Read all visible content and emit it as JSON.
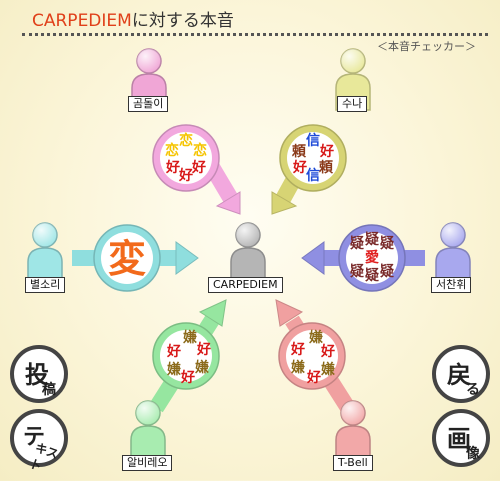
{
  "header": {
    "brand": "CARPEDIEM",
    "title_suffix": "に対する本音",
    "subtitle": "＜本音チェッカー＞"
  },
  "center": {
    "name": "CARPEDIEM",
    "color": "#b5b5b5"
  },
  "users": {
    "top_left": {
      "name": "곰돌이",
      "color": "#f0a6d6",
      "words": [
        "恋",
        "恋",
        "恋",
        "好",
        "好",
        "好"
      ],
      "word_colors": [
        "#f5c400",
        "#f5c400",
        "#f5c400",
        "#d81a1a",
        "#d81a1a",
        "#d81a1a"
      ],
      "arrow_color": "#f2a8de"
    },
    "top_right": {
      "name": "수나",
      "color": "#e8e89a",
      "words": [
        "信",
        "好",
        "頼",
        "好",
        "頼",
        "信"
      ],
      "word_colors": [
        "#1f4bd8",
        "#d81a1a",
        "#8b3a1a",
        "#d81a1a",
        "#8b3a1a",
        "#1f4bd8"
      ],
      "arrow_color": "#d7d474"
    },
    "left": {
      "name": "별소리",
      "color": "#9fe6e6",
      "big_word": "変",
      "big_word_color": "#f26a1b",
      "arrow_color": "#8fdede"
    },
    "right": {
      "name": "서찬휘",
      "color": "#a8a8ee",
      "words": [
        "疑",
        "疑",
        "疑",
        "愛",
        "疑",
        "疑",
        "疑"
      ],
      "word_colors": [
        "#7a2a2a",
        "#7a2a2a",
        "#7a2a2a",
        "#e02020",
        "#7a2a2a",
        "#7a2a2a",
        "#7a2a2a"
      ],
      "arrow_color": "#8f8fe2"
    },
    "bottom_left": {
      "name": "알비레오",
      "color": "#a8ecb0",
      "words": [
        "嫌",
        "好",
        "好",
        "嫌",
        "嫌",
        "好"
      ],
      "word_colors": [
        "#8b6a1a",
        "#d81a1a",
        "#d81a1a",
        "#8b6a1a",
        "#8b6a1a",
        "#d81a1a"
      ],
      "arrow_color": "#96e6a0"
    },
    "bottom_right": {
      "name": "T-Bell",
      "color": "#f2a8a8",
      "words": [
        "嫌",
        "好",
        "好",
        "嫌",
        "嫌",
        "好"
      ],
      "word_colors": [
        "#8b6a1a",
        "#d81a1a",
        "#d81a1a",
        "#8b6a1a",
        "#8b6a1a",
        "#d81a1a"
      ],
      "arrow_color": "#f0a0a0"
    }
  },
  "buttons": {
    "post": {
      "main": "投",
      "sub": "稿"
    },
    "text": {
      "main": "テ",
      "sub": "キスト"
    },
    "back": {
      "main": "戻",
      "sub": "る"
    },
    "image": {
      "main": "画",
      "sub": "像"
    }
  }
}
